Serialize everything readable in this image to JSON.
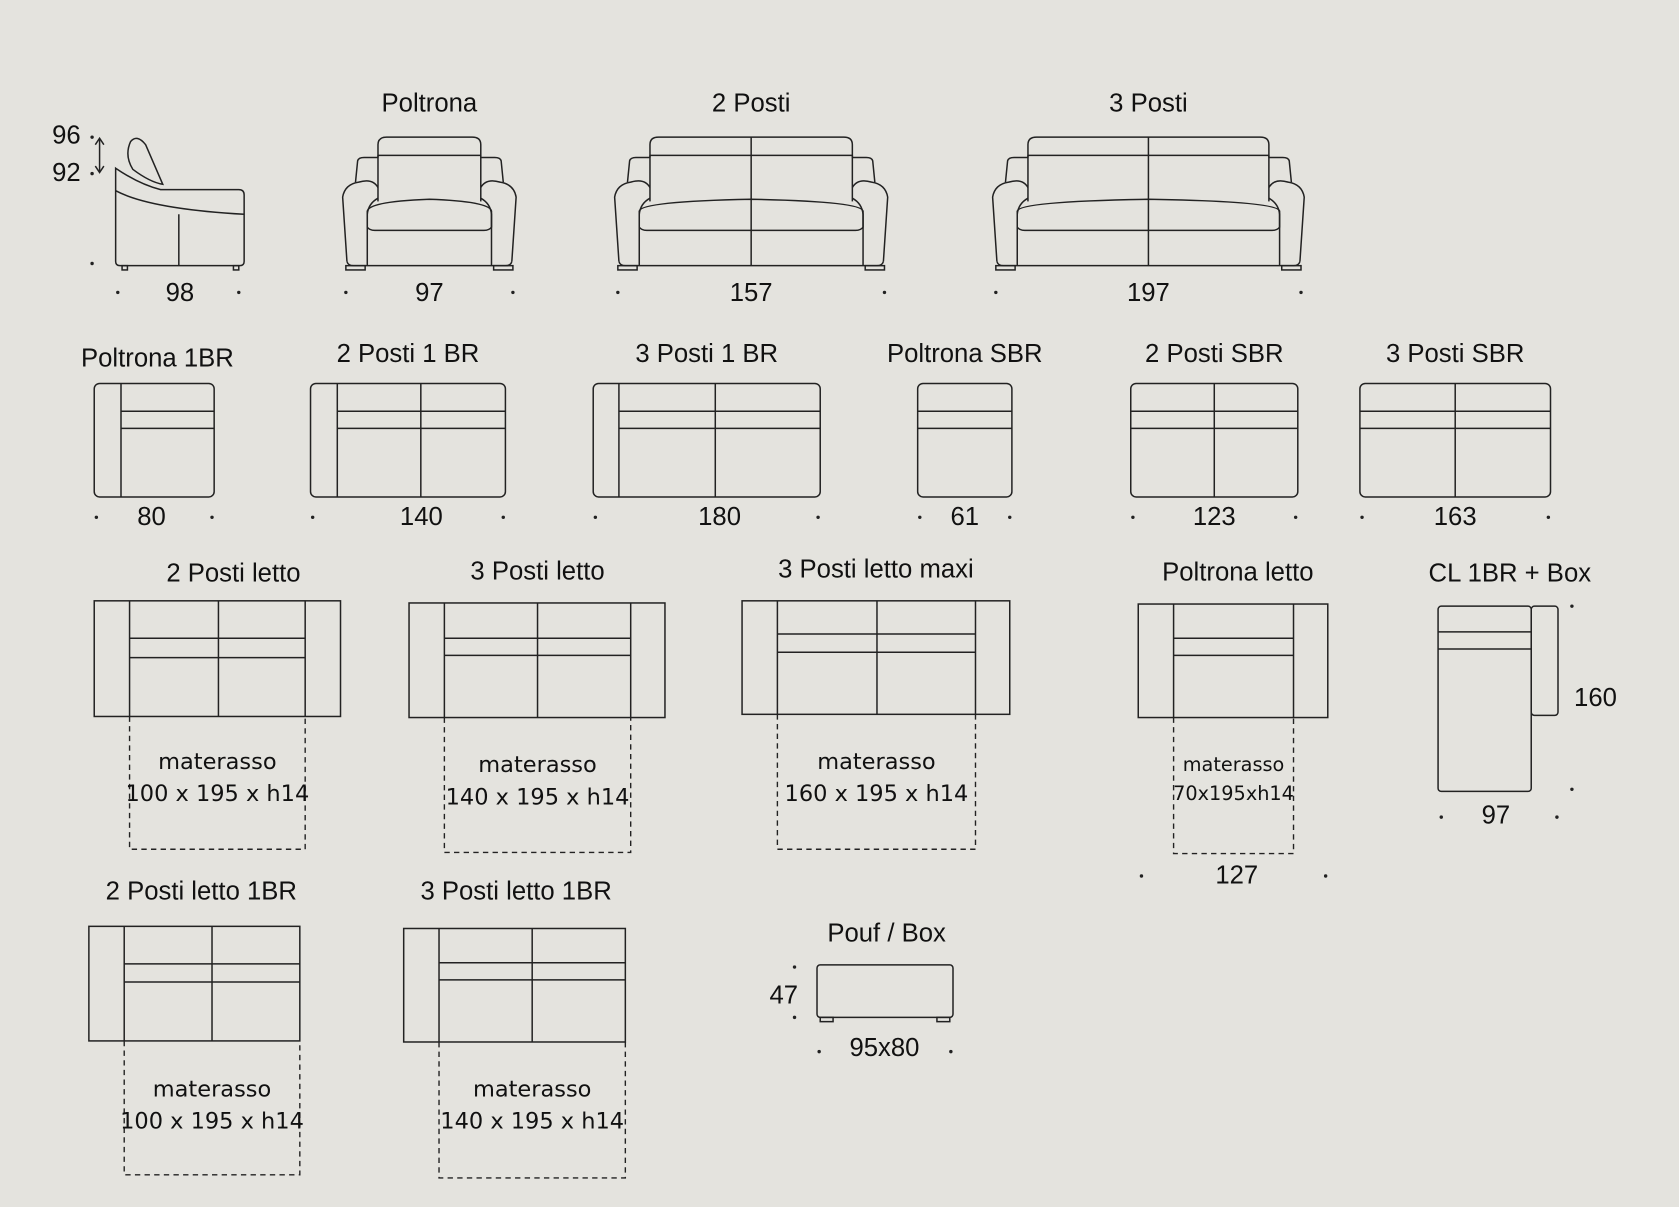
{
  "side_view": {
    "height_max": "96",
    "height_min": "92",
    "depth": "98"
  },
  "front_views": [
    {
      "title": "Poltrona",
      "width": "97"
    },
    {
      "title": "2 Posti",
      "width": "157"
    },
    {
      "title": "3 Posti",
      "width": "197"
    }
  ],
  "top_views": [
    {
      "title": "Poltrona 1BR",
      "width": "80"
    },
    {
      "title": "2 Posti 1 BR",
      "width": "140"
    },
    {
      "title": "3 Posti 1 BR",
      "width": "180"
    },
    {
      "title": "Poltrona SBR",
      "width": "61"
    },
    {
      "title": "2 Posti SBR",
      "width": "123"
    },
    {
      "title": "3 Posti SBR",
      "width": "163"
    }
  ],
  "beds": [
    {
      "title": "2 Posti letto",
      "mattress_label": "materasso",
      "mattress_size": "100 x 195 x h14"
    },
    {
      "title": "3 Posti letto",
      "mattress_label": "materasso",
      "mattress_size": "140 x 195 x h14"
    },
    {
      "title": "3 Posti letto maxi",
      "mattress_label": "materasso",
      "mattress_size": "160 x 195 x h14"
    },
    {
      "title": "Poltrona letto",
      "mattress_label": "materasso",
      "mattress_size": "70x195xh14",
      "width": "127"
    },
    {
      "title": "2 Posti letto 1BR",
      "mattress_label": "materasso",
      "mattress_size": "100 x 195 x h14"
    },
    {
      "title": "3 Posti letto 1BR",
      "mattress_label": "materasso",
      "mattress_size": "140 x 195 x h14"
    }
  ],
  "chaise": {
    "title": "CL 1BR + Box",
    "length": "160",
    "width": "97"
  },
  "pouf": {
    "title": "Pouf / Box",
    "height": "47",
    "size": "95x80"
  }
}
